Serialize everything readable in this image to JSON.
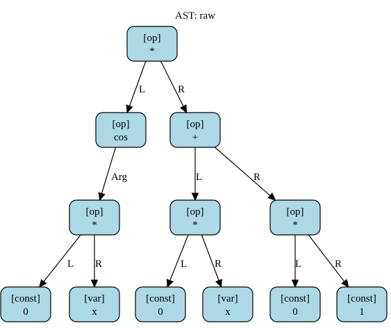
{
  "title": "AST: raw",
  "colors": {
    "node_fill": "#add8e6",
    "stroke": "#000000",
    "background": "#ffffff"
  },
  "nodes": [
    {
      "id": "n0",
      "kind": "[op]",
      "value": "*"
    },
    {
      "id": "n1",
      "kind": "[op]",
      "value": "cos"
    },
    {
      "id": "n2",
      "kind": "[op]",
      "value": "+"
    },
    {
      "id": "n3",
      "kind": "[op]",
      "value": "*"
    },
    {
      "id": "n4",
      "kind": "[op]",
      "value": "*"
    },
    {
      "id": "n5",
      "kind": "[op]",
      "value": "*"
    },
    {
      "id": "n6",
      "kind": "[const]",
      "value": "0"
    },
    {
      "id": "n7",
      "kind": "[var]",
      "value": "x"
    },
    {
      "id": "n8",
      "kind": "[const]",
      "value": "0"
    },
    {
      "id": "n9",
      "kind": "[var]",
      "value": "x"
    },
    {
      "id": "n10",
      "kind": "[const]",
      "value": "0"
    },
    {
      "id": "n11",
      "kind": "[const]",
      "value": "1"
    }
  ],
  "edges": [
    {
      "from": "n0",
      "to": "n1",
      "label": "L"
    },
    {
      "from": "n0",
      "to": "n2",
      "label": "R"
    },
    {
      "from": "n1",
      "to": "n3",
      "label": "Arg"
    },
    {
      "from": "n2",
      "to": "n4",
      "label": "L"
    },
    {
      "from": "n2",
      "to": "n5",
      "label": "R"
    },
    {
      "from": "n3",
      "to": "n6",
      "label": "L"
    },
    {
      "from": "n3",
      "to": "n7",
      "label": "R"
    },
    {
      "from": "n4",
      "to": "n8",
      "label": "L"
    },
    {
      "from": "n4",
      "to": "n9",
      "label": "R"
    },
    {
      "from": "n5",
      "to": "n10",
      "label": "L"
    },
    {
      "from": "n5",
      "to": "n11",
      "label": "R"
    }
  ]
}
